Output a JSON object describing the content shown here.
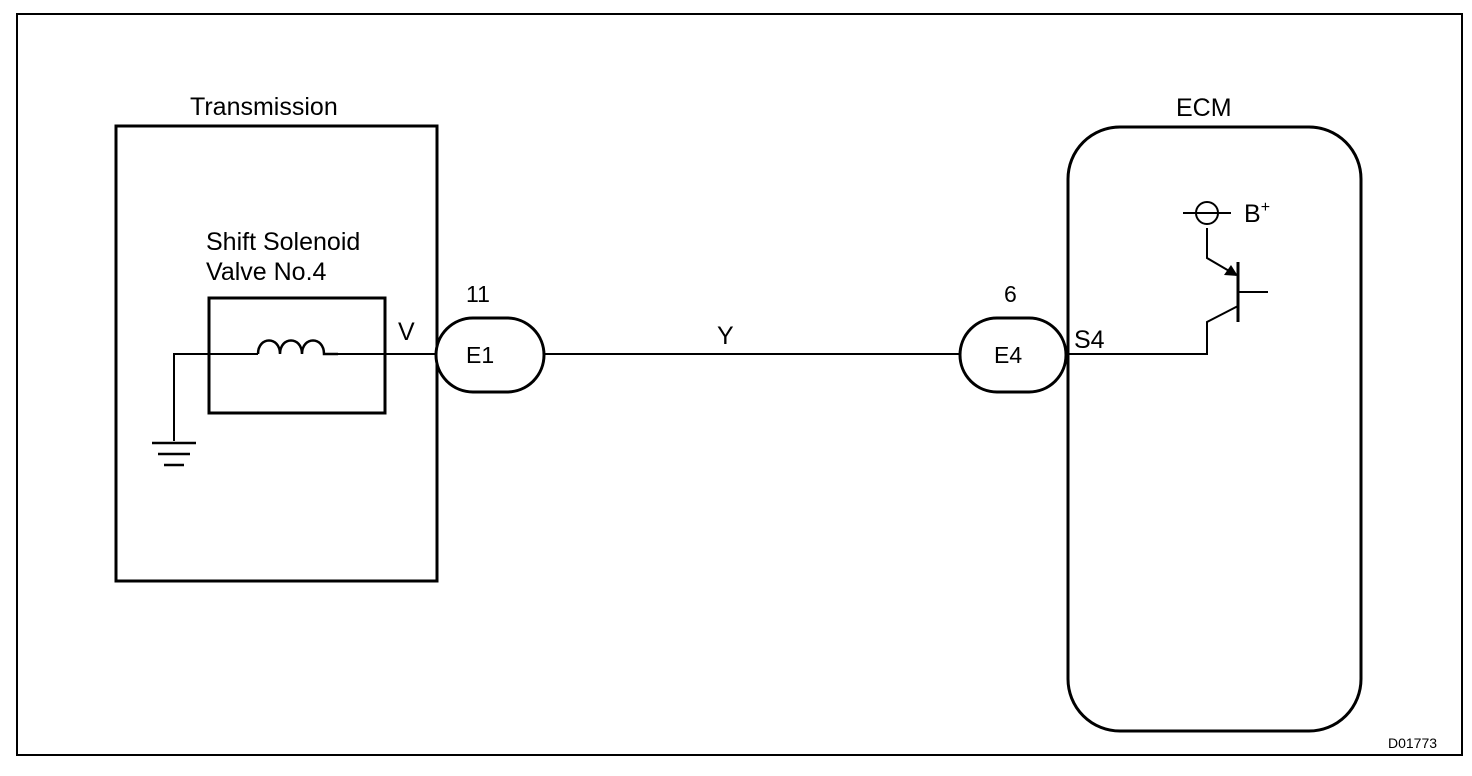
{
  "transmission": {
    "title": "Transmission",
    "solenoid_line1": "Shift Solenoid",
    "solenoid_line2": "Valve No.4",
    "wire_label": "V"
  },
  "connector_e1": {
    "name": "E1",
    "pin": "11"
  },
  "wire": {
    "color_code": "Y"
  },
  "connector_e4": {
    "name": "E4",
    "pin": "6"
  },
  "ecm": {
    "title": "ECM",
    "terminal": "S4",
    "supply_label": "B",
    "supply_superscript": "+"
  },
  "diagram_code": "D01773"
}
